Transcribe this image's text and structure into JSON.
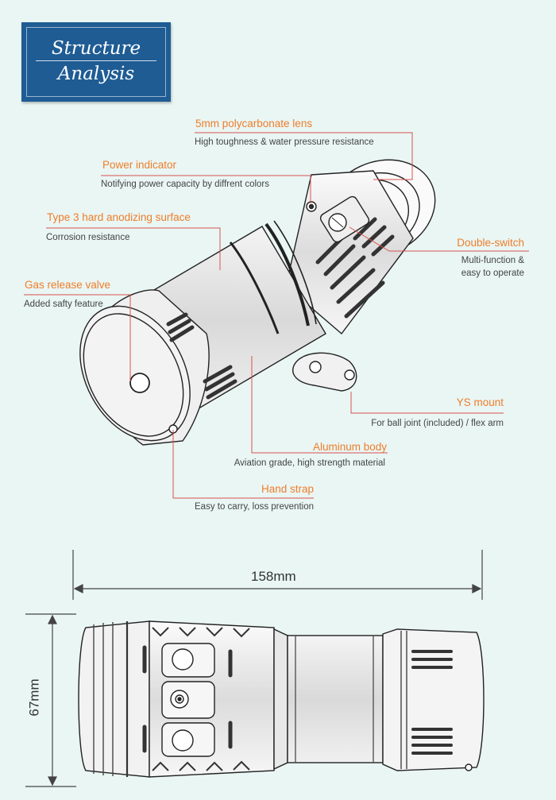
{
  "banner": {
    "line1": "Structure",
    "line2": "Analysis"
  },
  "callouts": {
    "lens": {
      "title": "5mm polycarbonate lens",
      "desc": "High toughness & water pressure resistance"
    },
    "power": {
      "title": "Power indicator",
      "desc": "Notifying power capacity by diffrent colors"
    },
    "surface": {
      "title": "Type 3 hard anodizing surface",
      "desc": "Corrosion resistance"
    },
    "valve": {
      "title": "Gas release valve",
      "desc": "Added safty feature"
    },
    "switch": {
      "title": "Double-switch",
      "desc1": "Multi-function &",
      "desc2": "easy to operate"
    },
    "mount": {
      "title": "YS mount",
      "desc": "For ball joint (included) / flex arm"
    },
    "body": {
      "title": "Aluminum body",
      "desc": "Aviation grade, high strength material"
    },
    "strap": {
      "title": "Hand strap",
      "desc": "Easy to carry, loss prevention"
    }
  },
  "dimensions": {
    "length": "158mm",
    "height": "67mm"
  },
  "colors": {
    "accent": "#ef7d2a",
    "banner": "#1f5c94",
    "background": "#e9f6f4",
    "leader": "#d9534f"
  }
}
